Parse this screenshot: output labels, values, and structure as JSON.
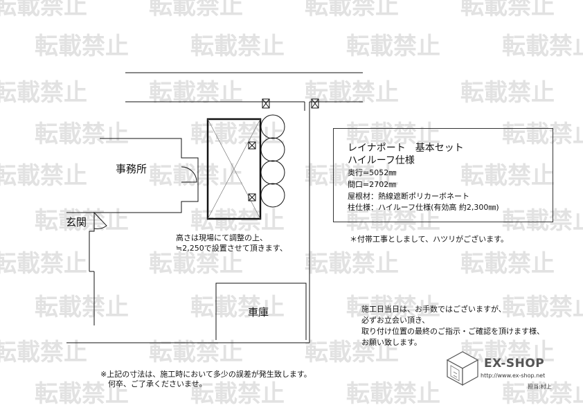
{
  "watermark": {
    "text": "転載禁止"
  },
  "labels": {
    "office": "事務所",
    "entrance": "玄関",
    "garage": "車庫"
  },
  "height_note": {
    "line1": "高さは現場にて調整の上、",
    "line2": "≒2,250で設置させて頂きます、"
  },
  "spec": {
    "title": "レイナポート　基本セット",
    "subtitle": "ハイルーフ仕様",
    "depth": "奥行=5052㎜",
    "width": "間口=2702㎜",
    "roof": "屋根材：熱線遮断ポリカーボネート",
    "post": "柱仕様：ハイルーフ仕様(有効高 約2,300㎜)"
  },
  "extra_note": "＊付帯工事としまして、ハツリがございます。",
  "install_note": {
    "line1": "施工日当日は、お手数ではございますが、",
    "line2": "必ずお立会い頂き、",
    "line3": "取り付け位置の最終のご指示・ご確認を頂けます様、",
    "line4": "お願い致します。"
  },
  "dimension_note": {
    "line1": "※上記の寸法は、施工時において多少の誤差が発生致します。",
    "line2": "何卒、ご了承くださいませ。"
  },
  "logo": {
    "brand": "EX-SHOP",
    "url": "http://www.ex-shop.net",
    "staff": "担当:村上"
  },
  "colors": {
    "line": "#111111",
    "watermark": "#e2e2e2",
    "logo": "#555555"
  }
}
